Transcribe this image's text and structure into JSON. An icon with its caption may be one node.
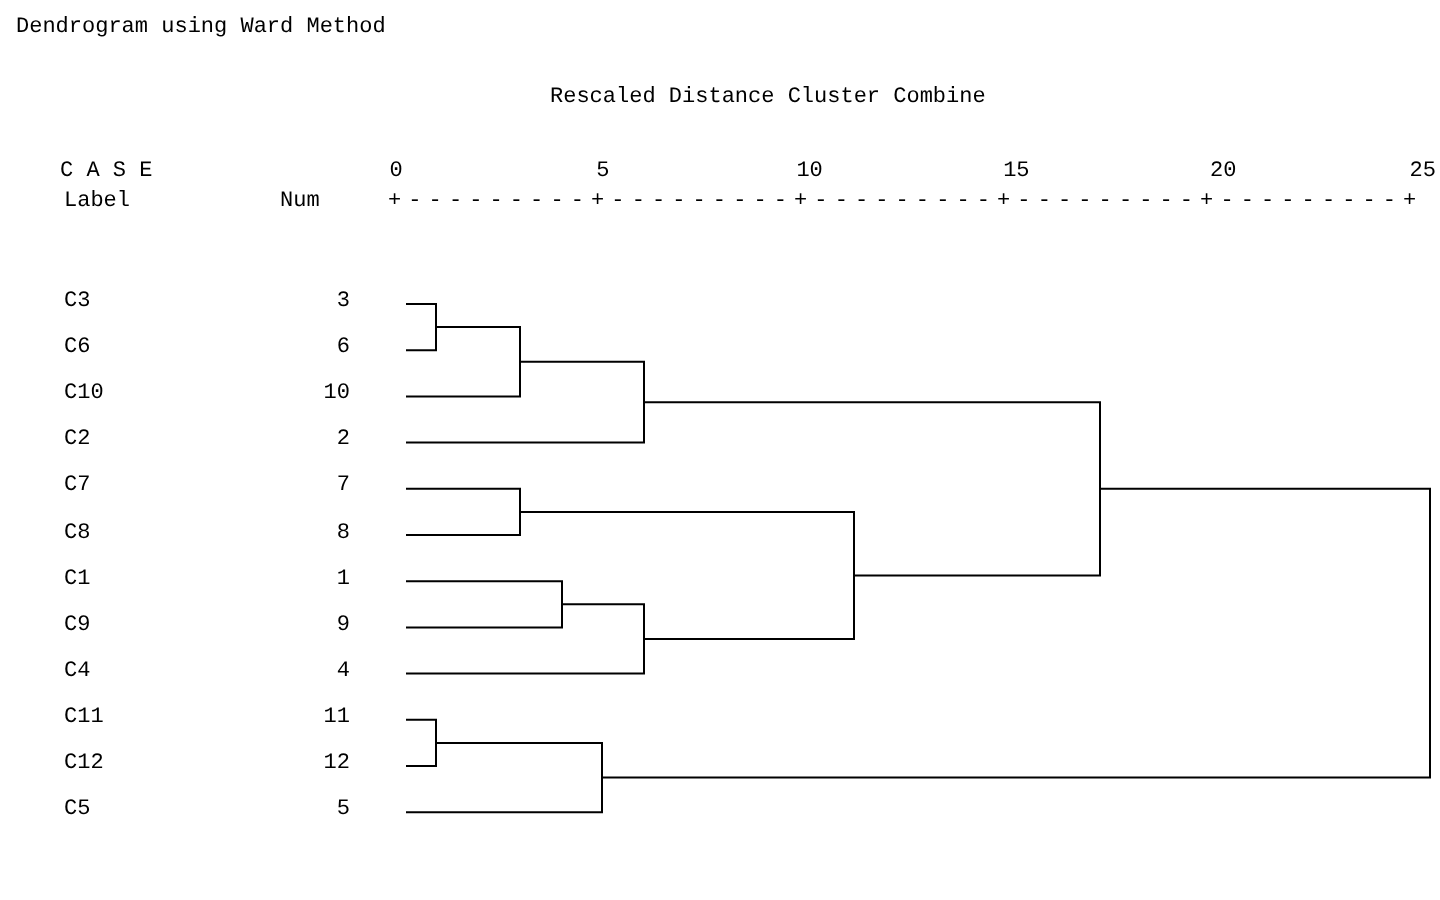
{
  "diagram": {
    "title": "Dendrogram using Ward Method",
    "labels": [
      "Rescaled Distance Cluster Combine",
      "C A S E",
      "0",
      "5",
      "10",
      "15",
      "20",
      "25",
      "Label",
      "Num",
      "+---------+---------+---------+---------+---------+",
      "C3",
      "3",
      "C6",
      "6",
      "C10",
      "10",
      "C2",
      "2",
      "C7",
      "7",
      "C8",
      "8",
      "C1",
      "1",
      "C9",
      "9",
      "C4",
      "4",
      "C11",
      "11",
      "C12",
      "12",
      "C5",
      "5"
    ]
  }
}
